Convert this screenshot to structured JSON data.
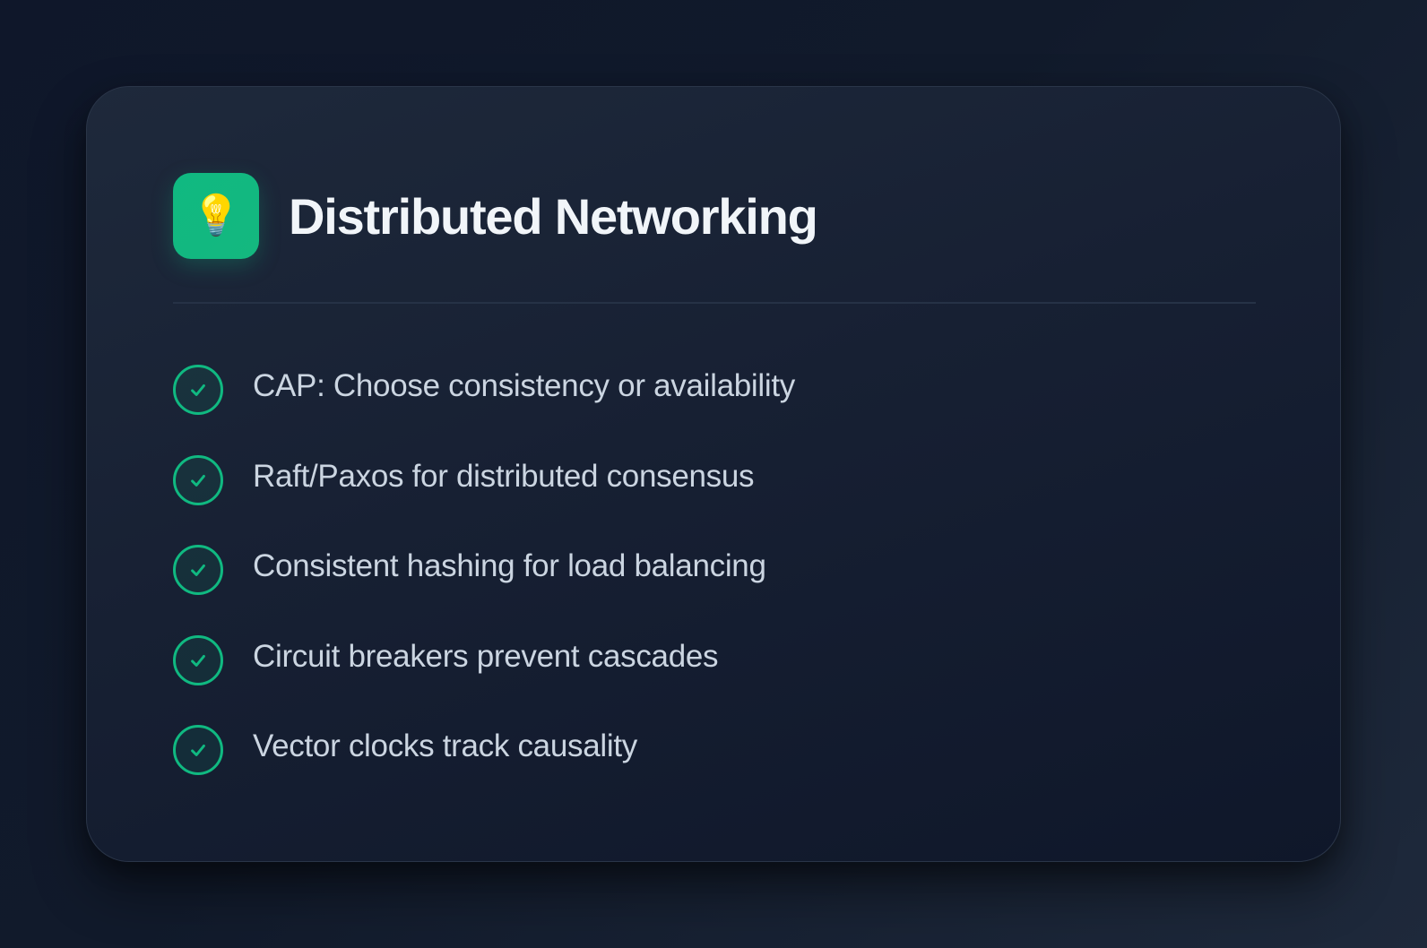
{
  "card": {
    "icon": "lightbulb-icon",
    "icon_glyph": "💡",
    "title": "Distributed Networking",
    "accent_color": "#10b981"
  },
  "points": [
    {
      "icon": "check-circle-icon",
      "text": "CAP: Choose consistency or availability"
    },
    {
      "icon": "check-circle-icon",
      "text": "Raft/Paxos for distributed consensus"
    },
    {
      "icon": "check-circle-icon",
      "text": "Consistent hashing for load balancing"
    },
    {
      "icon": "check-circle-icon",
      "text": "Circuit breakers prevent cascades"
    },
    {
      "icon": "check-circle-icon",
      "text": "Vector clocks track causality"
    }
  ]
}
